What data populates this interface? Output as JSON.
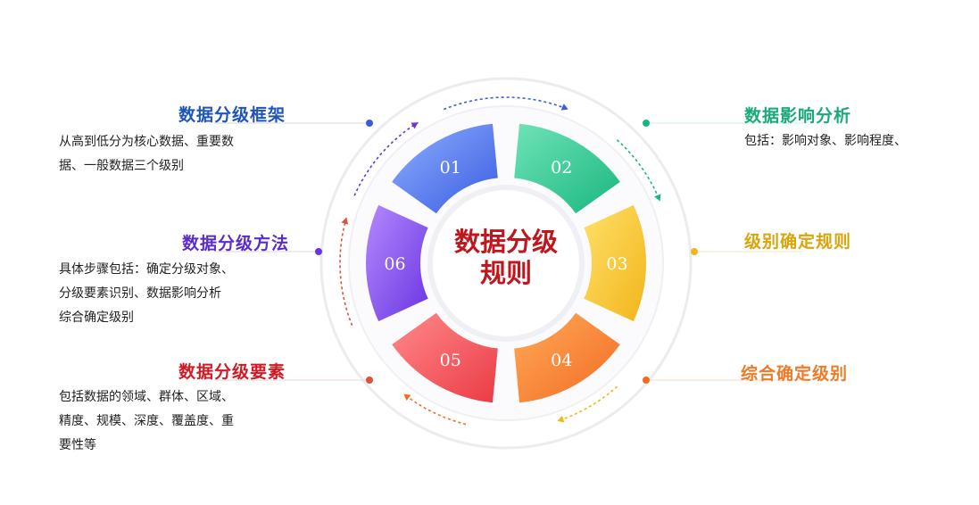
{
  "center": {
    "line1": "数据分级",
    "line2": "规则",
    "color": "#c0161d"
  },
  "segments": [
    {
      "id": "seg-01",
      "label": "01",
      "color_a": "#8fb0ff",
      "color_b": "#3a5be0"
    },
    {
      "id": "seg-02",
      "label": "02",
      "color_a": "#6fe3b8",
      "color_b": "#19b77f"
    },
    {
      "id": "seg-03",
      "label": "03",
      "color_a": "#ffe06a",
      "color_b": "#f2b51b"
    },
    {
      "id": "seg-04",
      "label": "04",
      "color_a": "#ffaa5a",
      "color_b": "#f26b20"
    },
    {
      "id": "seg-05",
      "label": "05",
      "color_a": "#ff8a8a",
      "color_b": "#ea3b45"
    },
    {
      "id": "seg-06",
      "label": "06",
      "color_a": "#b489ff",
      "color_b": "#6a35e0"
    }
  ],
  "items": {
    "framework": {
      "title": "数据分级框架",
      "desc": [
        "从高到低分为核心数据、重要数",
        "据、一般数据三个级别"
      ],
      "color": "#1f55b8"
    },
    "method": {
      "title": "数据分级方法",
      "desc": [
        "具体步骤包括：确定分级对象、",
        "分级要素识别、数据影响分析",
        "综合确定级别"
      ],
      "color": "#5a2cc9"
    },
    "elements": {
      "title": "数据分级要素",
      "desc": [
        "包括数据的领域、群体、区域、",
        "精度、规模、深度、覆盖度、重",
        "要性等"
      ],
      "color": "#d11a25"
    },
    "impact": {
      "title": "数据影响分析",
      "desc": [
        "包括：影响对象、影响程度、"
      ],
      "color": "#1aa97a"
    },
    "rules": {
      "title": "级别确定规则",
      "color": "#d9a50b"
    },
    "overall": {
      "title": "综合确定级别",
      "color": "#f07a28"
    }
  },
  "dot_colors": {
    "top_left": "#3a5be0",
    "mid_left": "#6a35e0",
    "bottom_left": "#e0503a",
    "top_right": "#19b77f",
    "mid_right": "#f2b51b",
    "bottom_right": "#f26b20"
  }
}
